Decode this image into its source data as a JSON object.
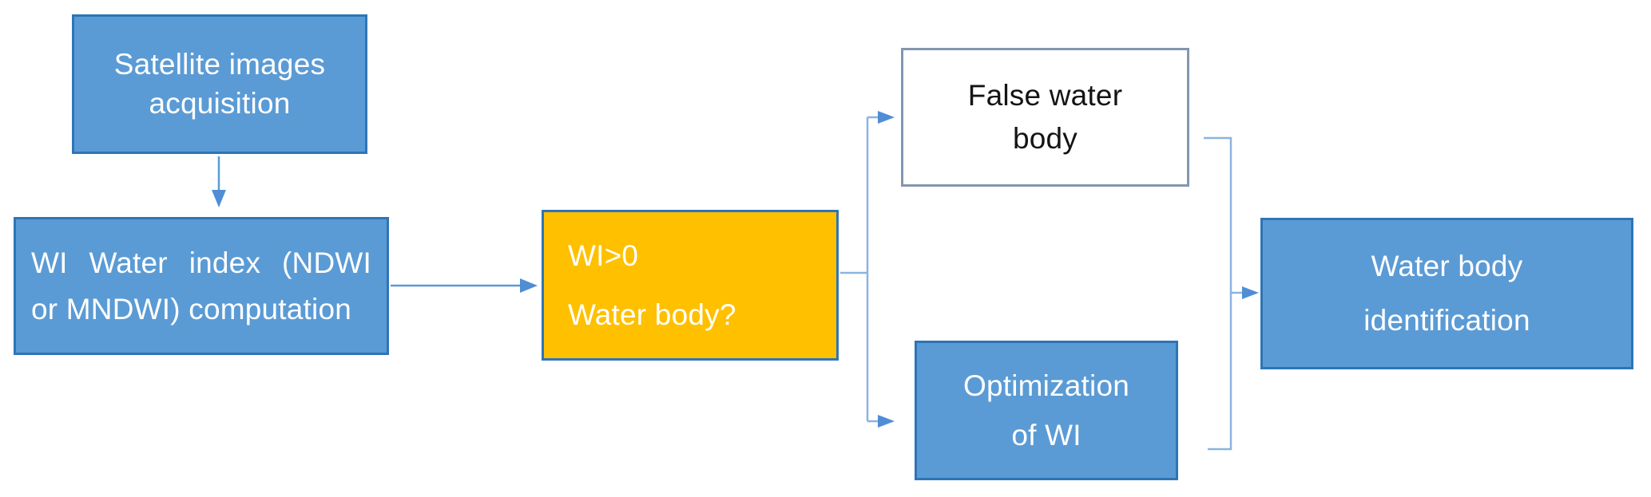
{
  "colors": {
    "box_fill_blue": "#5b9bd5",
    "box_border_blue": "#2e75b6",
    "decision_fill": "#ffc000",
    "false_border": "#8496b0",
    "connector": "#8ab4e0",
    "arrow": "#5b9bd5",
    "head": "#4f8ed5",
    "text_light": "#ffffff",
    "text_dark": "#141414"
  },
  "nodes": {
    "satellite": {
      "lines": [
        "Satellite images",
        "acquisition"
      ]
    },
    "wi": {
      "line1": "WI Water index (NDWI",
      "line2": "or MNDWI) computation"
    },
    "decision": {
      "lines": [
        "WI>0",
        "Water body?"
      ]
    },
    "false_water": {
      "lines": [
        "False water",
        "body"
      ]
    },
    "optimization": {
      "lines": [
        "Optimization",
        "of WI"
      ]
    },
    "identification": {
      "lines": [
        "Water body",
        "identification"
      ]
    }
  }
}
